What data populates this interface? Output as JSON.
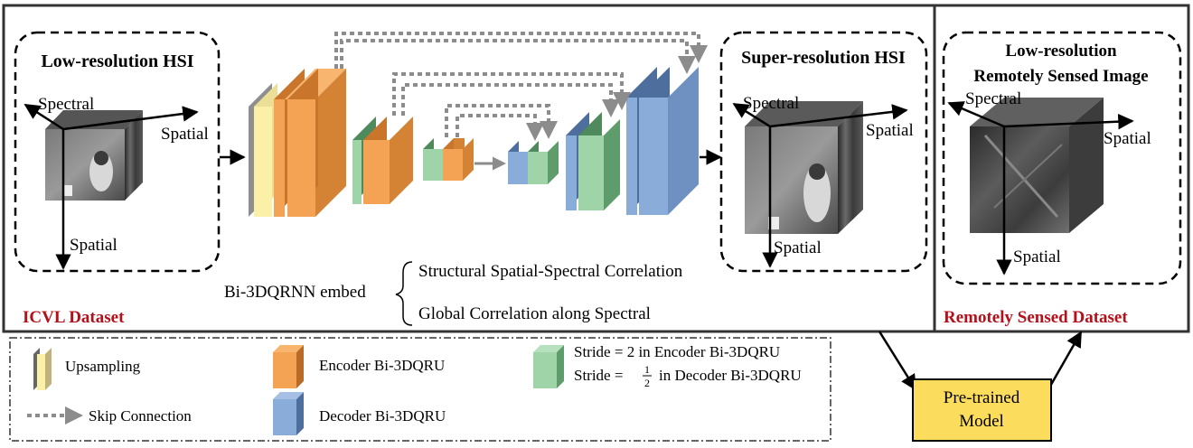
{
  "icvl_panel": {
    "input_box_title": "Low-resolution HSI",
    "output_box_title": "Super-resolution HSI",
    "dataset_label": "ICVL Dataset",
    "axis_spectral": "Spectral",
    "axis_spatial": "Spatial",
    "embed_label": "Bi-3DQRNN embed",
    "embed_item_1": "Structural Spatial-Spectral Correlation",
    "embed_item_2": "Global Correlation along Spectral"
  },
  "remote_panel": {
    "box_title_line1": "Low-resolution",
    "box_title_line2": "Remotely Sensed Image",
    "dataset_label": "Remotely Sensed Dataset",
    "axis_spectral": "Spectral",
    "axis_spatial": "Spatial"
  },
  "legend": {
    "upsampling": "Upsampling",
    "encoder": "Encoder Bi-3DQRU",
    "decoder": "Decoder Bi-3DQRU",
    "skip": "Skip Connection",
    "stride_prefix": "Stride =",
    "stride_enc_value": "2",
    "stride_enc_text": "in  Encoder Bi-3DQRU",
    "stride_dec_num": "1",
    "stride_dec_den": "2",
    "stride_dec_text": "in  Decoder Bi-3DQRU"
  },
  "pretrained": {
    "line1": "Pre-trained",
    "line2": "Model"
  },
  "colors": {
    "encoder": "#f4a354",
    "decoder": "#89acd9",
    "stride": "#9fd4a8",
    "upsampling": "#fbf0a8",
    "pretrained": "#fbdc5c",
    "dataset_label": "#b3101a"
  }
}
